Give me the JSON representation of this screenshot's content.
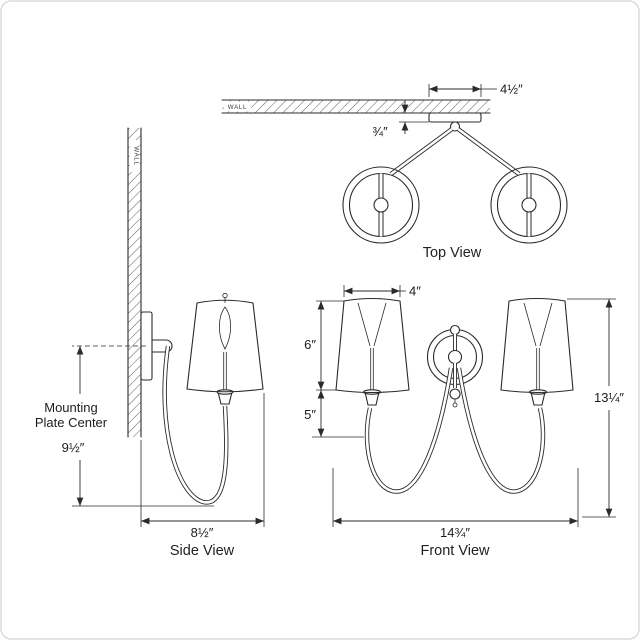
{
  "figure": {
    "top_view": {
      "label": "Top View",
      "wall_label": "WALL",
      "dims": {
        "backplate_width": "4½″",
        "plate_depth": "¾″"
      }
    },
    "side_view": {
      "label": "Side View",
      "wall_label": "WALL",
      "dims": {
        "mounting_l1": "Mounting",
        "mounting_l2": "Plate Center",
        "mounting_height": "9½″",
        "extension": "8½″"
      }
    },
    "front_view": {
      "label": "Front View",
      "dims": {
        "shade_top": "4″",
        "shade_height": "6″",
        "stem": "5″",
        "height": "13¼″",
        "width": "14¾″"
      }
    }
  }
}
